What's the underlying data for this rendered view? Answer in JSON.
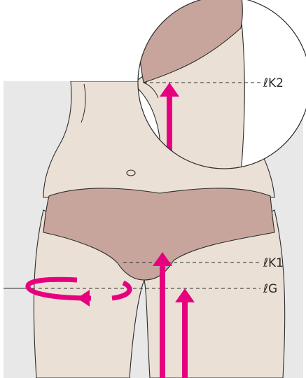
{
  "labels": {
    "k2": "ℓK2",
    "k1": "ℓK1",
    "g": "ℓG"
  },
  "colors": {
    "background_panel": "#e8e8e8",
    "skin": "#ebe0d6",
    "underwear": "#c8a59c",
    "arrow": "#e6007e",
    "outline": "#2b2b2b"
  }
}
